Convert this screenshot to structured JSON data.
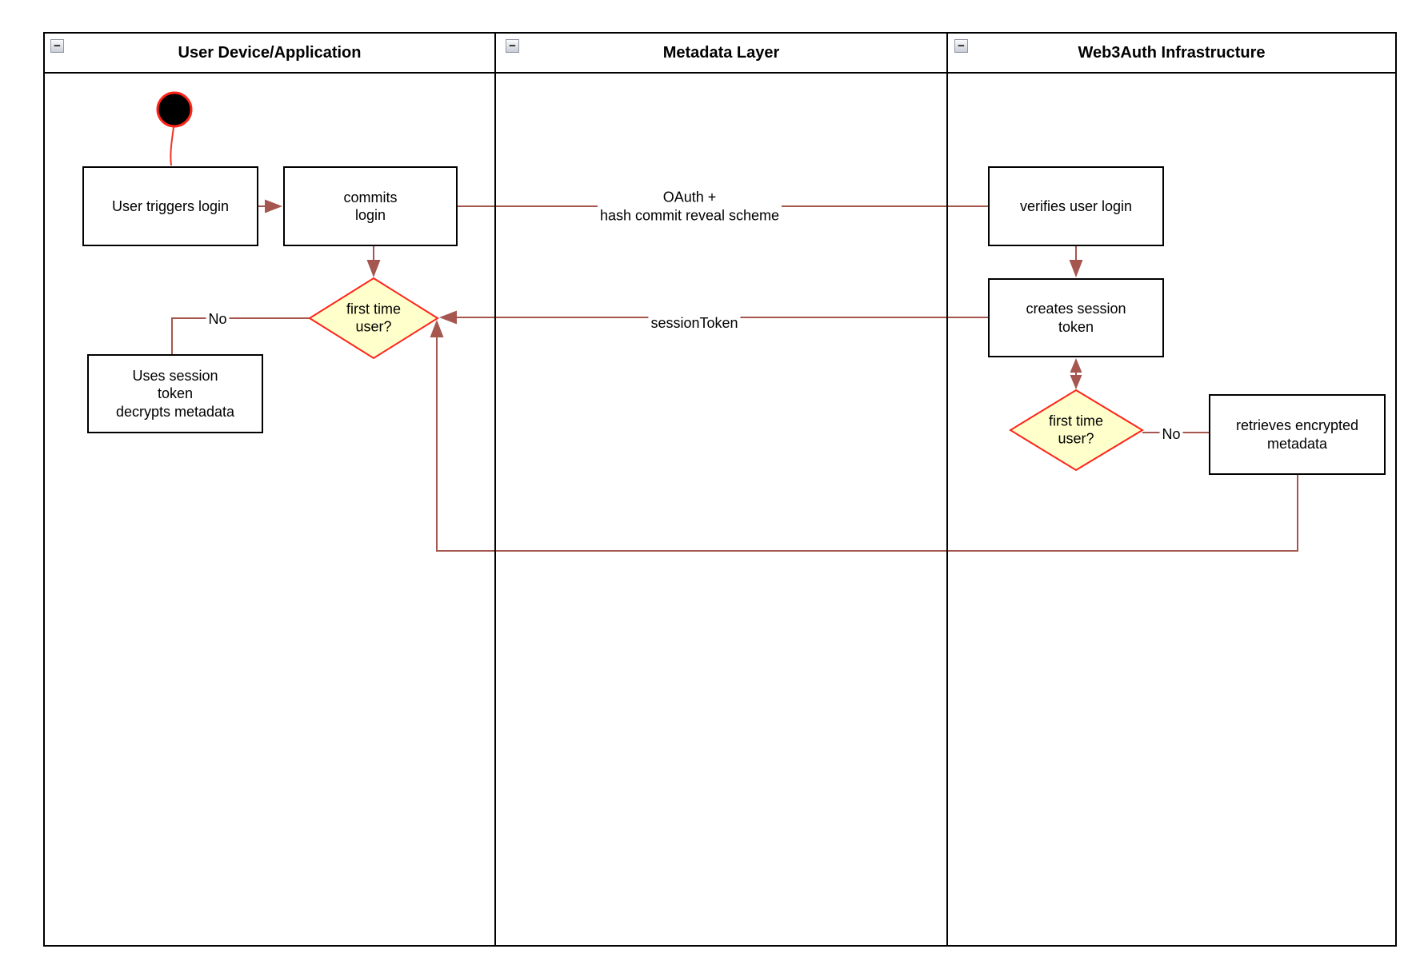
{
  "ui": {
    "collapse_glyph": "−"
  },
  "colors": {
    "connector": "#a5564e",
    "shape_outline_red": "#ff2318",
    "decision_fill": "#ffffcc",
    "node_border": "#000000",
    "lane_border": "#000000"
  },
  "lanes": [
    {
      "title": "User Device/Application"
    },
    {
      "title": "Metadata Layer"
    },
    {
      "title": "Web3Auth Infrastructure"
    }
  ],
  "nodes": {
    "user_triggers_login": {
      "label": "User triggers login"
    },
    "commits_login": {
      "label": "commits\nlogin"
    },
    "first_time_user_device": {
      "label": "first time\nuser?"
    },
    "uses_session_token": {
      "label": "Uses session\ntoken\ndecrypts metadata"
    },
    "verifies_user_login": {
      "label": "verifies user login"
    },
    "creates_session_token": {
      "label": "creates session\ntoken"
    },
    "first_time_user_infra": {
      "label": "first time\nuser?"
    },
    "retrieves_encrypted_metadata": {
      "label": "retrieves encrypted\nmetadata"
    }
  },
  "edge_labels": {
    "oauth": "OAuth +\nhash commit reveal scheme",
    "session_token": "sessionToken",
    "no_device": "No",
    "no_infra": "No"
  }
}
